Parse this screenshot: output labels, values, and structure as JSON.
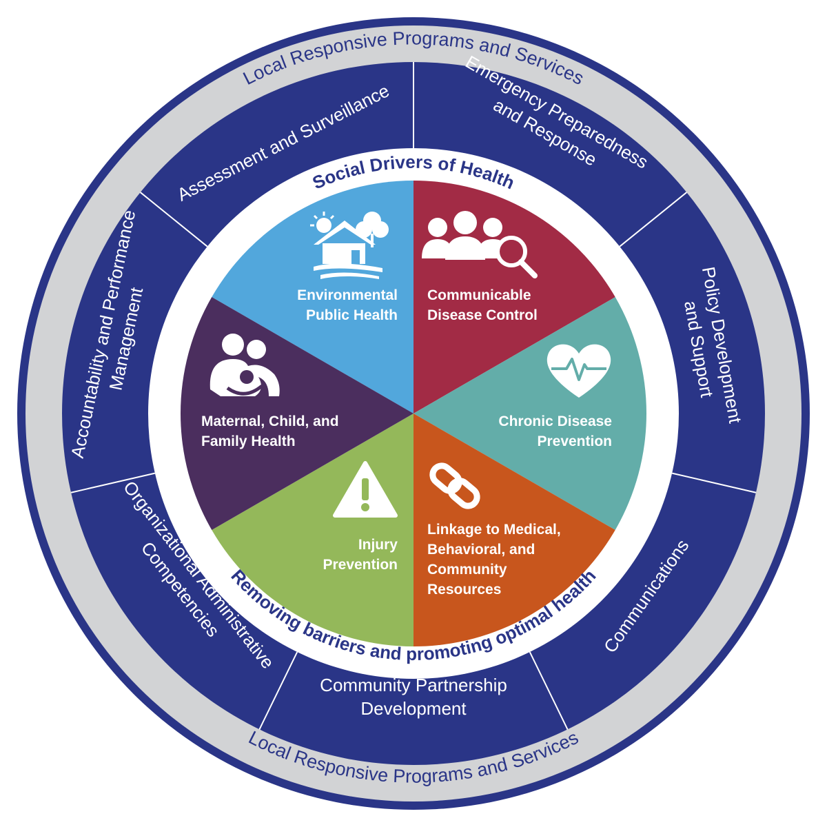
{
  "outer_ring": {
    "top_label": "Local Responsive Programs and Services",
    "bottom_label": "Local Responsive Programs and Services"
  },
  "capabilities": [
    {
      "id": "assessment",
      "lines": [
        "Assessment and Surveillance"
      ]
    },
    {
      "id": "emergency",
      "lines": [
        "Emergency Preparedness",
        "and Response"
      ]
    },
    {
      "id": "policy",
      "lines": [
        "Policy Development",
        "and Support"
      ]
    },
    {
      "id": "communications",
      "lines": [
        "Communications"
      ]
    },
    {
      "id": "partnership",
      "lines": [
        "Community Partnership",
        "Development"
      ]
    },
    {
      "id": "organizational",
      "lines": [
        "Organizational Administrative",
        "Competencies"
      ]
    },
    {
      "id": "accountability",
      "lines": [
        "Accountability and Performance",
        "Management"
      ]
    }
  ],
  "inner_ring": {
    "top_label": "Social Drivers of Health",
    "bottom_label": "Removing barriers and promoting optimal health"
  },
  "areas": [
    {
      "id": "environmental",
      "lines": [
        "Environmental",
        "Public Health"
      ],
      "color": "#52a7dc",
      "icon": "house-icon"
    },
    {
      "id": "communicable",
      "lines": [
        "Communicable",
        "Disease Control"
      ],
      "color": "#a22b45",
      "icon": "people-magnifier-icon"
    },
    {
      "id": "chronic",
      "lines": [
        "Chronic Disease",
        "Prevention"
      ],
      "color": "#63ada9",
      "icon": "heart-pulse-icon"
    },
    {
      "id": "linkage",
      "lines": [
        "Linkage to Medical,",
        "Behavioral, and",
        "Community",
        "Resources"
      ],
      "color": "#c8561d",
      "icon": "chain-link-icon"
    },
    {
      "id": "injury",
      "lines": [
        "Injury",
        "Prevention"
      ],
      "color": "#94b85a",
      "icon": "warning-icon"
    },
    {
      "id": "maternal",
      "lines": [
        "Maternal, Child, and",
        "Family Health"
      ],
      "color": "#4b2e5e",
      "icon": "family-icon"
    }
  ],
  "colors": {
    "navy": "#2a3587",
    "gray_ring": "#d2d3d5",
    "white": "#ffffff"
  }
}
